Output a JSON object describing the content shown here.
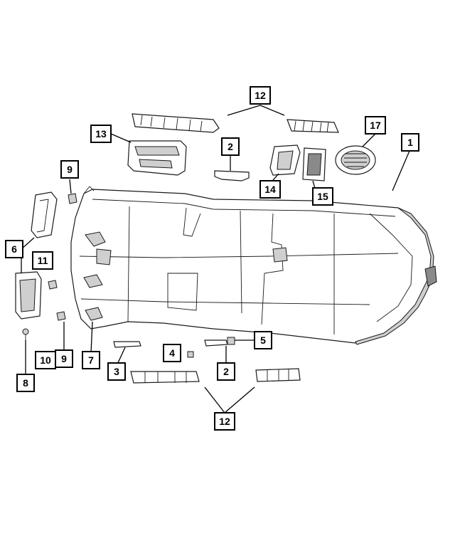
{
  "callouts": {
    "c1": "1",
    "c2a": "2",
    "c2b": "2",
    "c3": "3",
    "c4": "4",
    "c5": "5",
    "c6": "6",
    "c7": "7",
    "c8": "8",
    "c9a": "9",
    "c9b": "9",
    "c10": "10",
    "c11": "11",
    "c12a": "12",
    "c12b": "12",
    "c13": "13",
    "c14": "14",
    "c15": "15",
    "c17": "17"
  },
  "colors": {
    "line": "#1a1a1a",
    "shade": "#cfcfcf",
    "dark": "#8a8a8a",
    "background": "#ffffff"
  }
}
